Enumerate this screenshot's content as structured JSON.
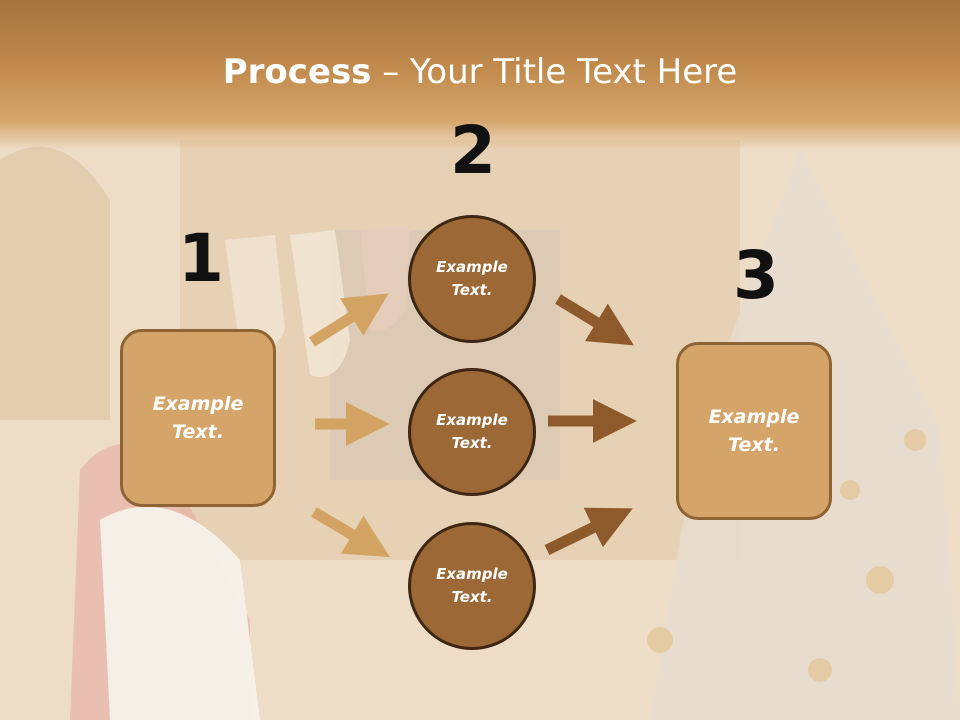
{
  "title": {
    "bold": "Process",
    "rest": " – Your Title Text Here"
  },
  "steps": {
    "n1": "1",
    "n2": "2",
    "n3": "3"
  },
  "boxes": {
    "left": "Example\nText.",
    "right": "Example\nText."
  },
  "circles": {
    "top": "Example\nText.",
    "middle": "Example\nText.",
    "bottom": "Example\nText."
  },
  "colors": {
    "arrow_light": "#d3a364",
    "arrow_dark": "#8e5a2b",
    "box_fill": "#d5a468",
    "circle_fill": "#9c6836"
  }
}
